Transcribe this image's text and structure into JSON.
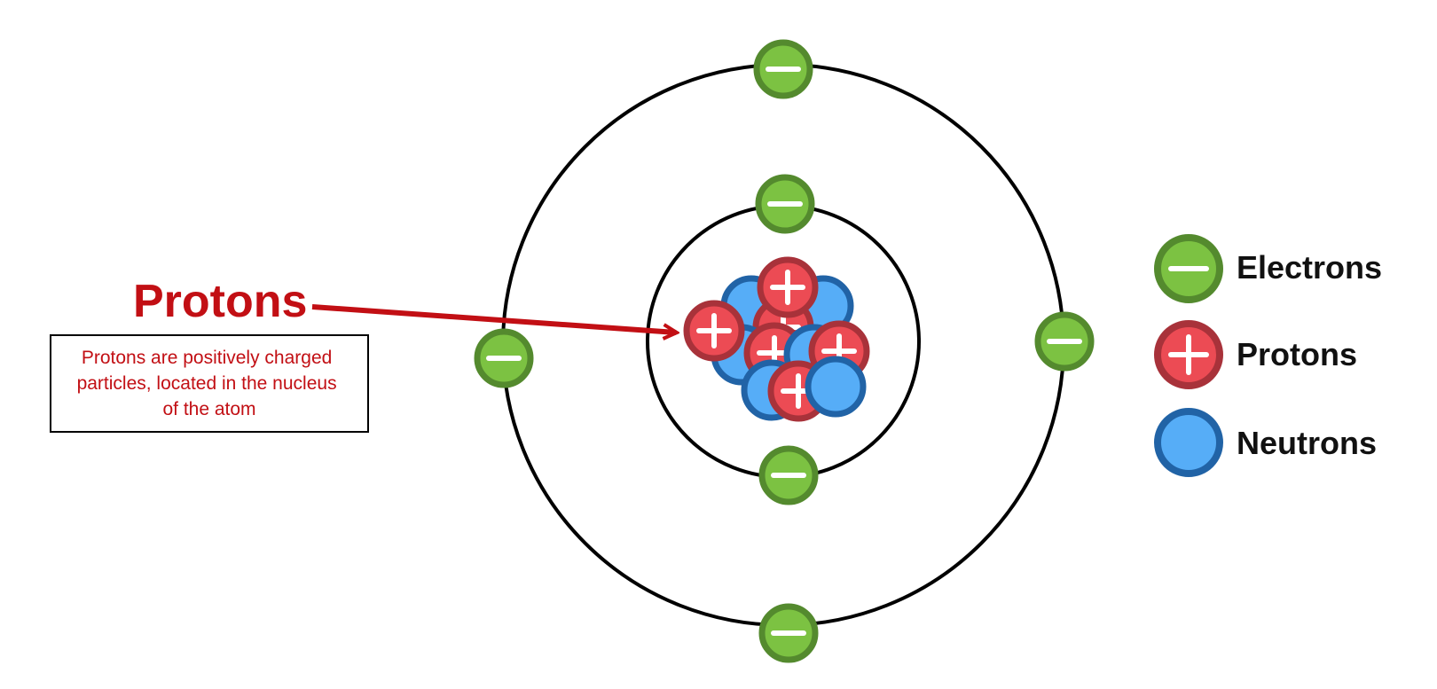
{
  "callout": {
    "title": "Protons",
    "description_lines": [
      "Protons are positively charged",
      "particles, located in the nucleus",
      "of the atom"
    ]
  },
  "legend": {
    "items": [
      {
        "label": "Electrons",
        "kind": "electron"
      },
      {
        "label": "Protons",
        "kind": "proton"
      },
      {
        "label": "Neutrons",
        "kind": "neutron"
      }
    ]
  },
  "atom": {
    "inner_shell_electrons": 2,
    "outer_shell_electrons": 4,
    "nucleus_protons": 6,
    "nucleus_neutrons": 6
  },
  "colors": {
    "electron_fill": "#7cc242",
    "electron_stroke": "#548a2e",
    "proton_fill": "#ec4b54",
    "proton_stroke": "#a8323a",
    "neutron_fill": "#56adf7",
    "neutron_stroke": "#2163a6",
    "shell": "#000000",
    "callout": "#c20f14"
  }
}
